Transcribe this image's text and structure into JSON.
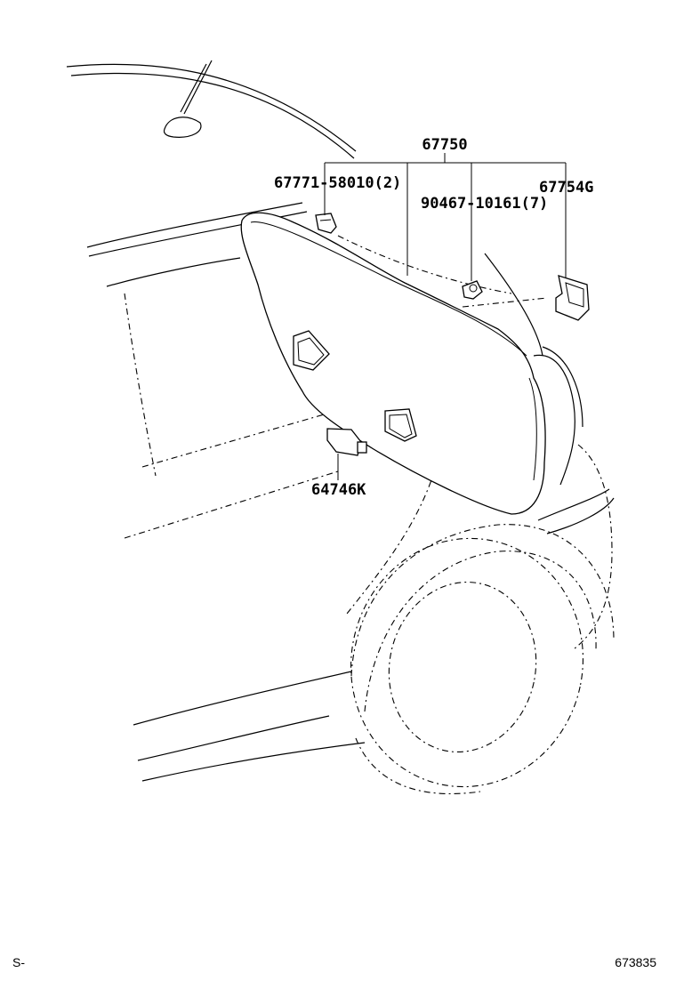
{
  "diagram": {
    "callouts": {
      "assembly": "67750",
      "clip_left": "67771-58010(2)",
      "clip_center": "90467-10161(7)",
      "bracket_right": "67754G",
      "cover": "64746K"
    },
    "footer": {
      "left_code": "S-",
      "illustration_number": "673835"
    }
  }
}
